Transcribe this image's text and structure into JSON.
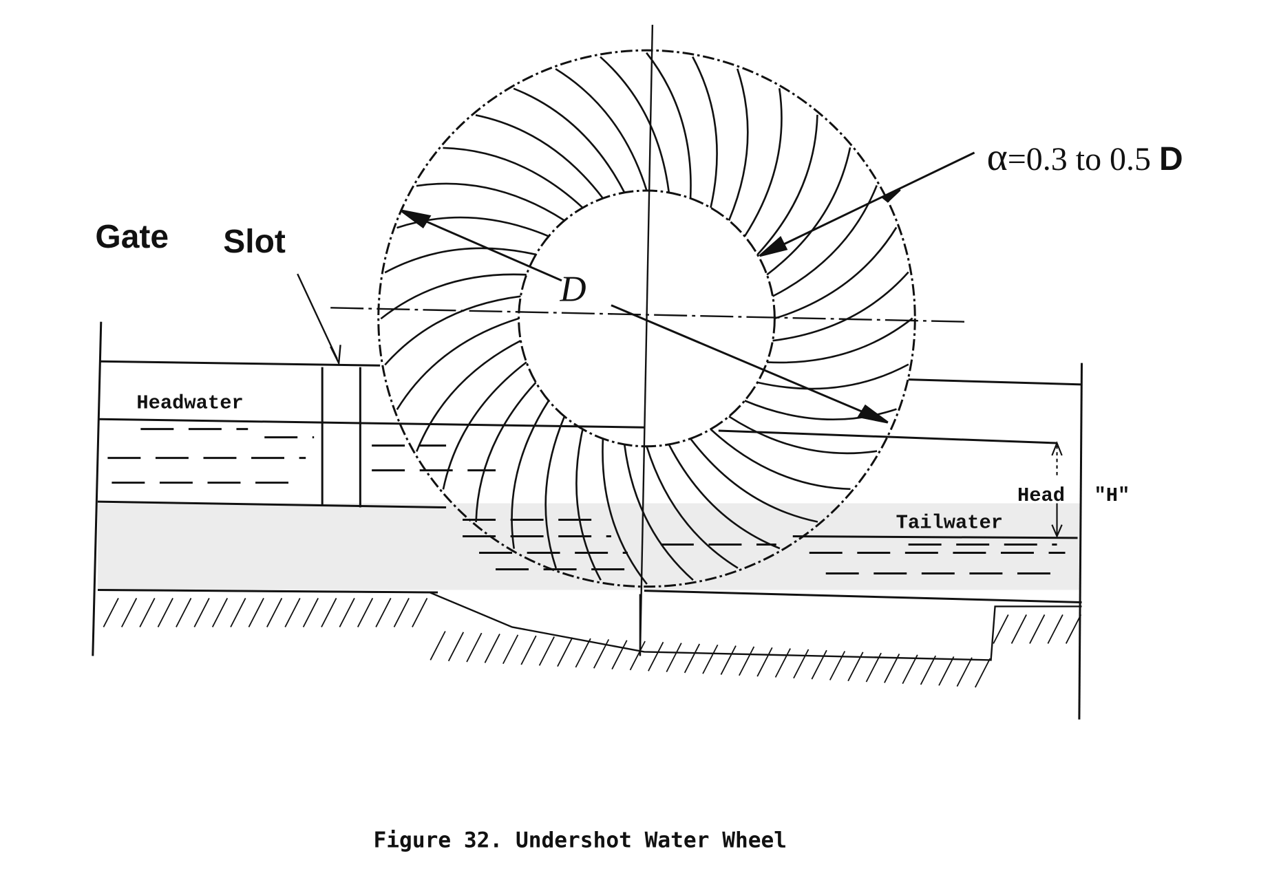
{
  "labels": {
    "gate": "Gate",
    "slot": "Slot",
    "headwater": "Headwater",
    "tailwater": "Tailwater",
    "head": "Head",
    "head_symbol": "\"H\"",
    "alpha_symbol": "α",
    "alpha_range": "=0.3 to 0.5",
    "alpha_unit": "D",
    "diameter": "D"
  },
  "caption": "Figure 32. Undershot Water Wheel",
  "wheel": {
    "vane_count": 36
  }
}
